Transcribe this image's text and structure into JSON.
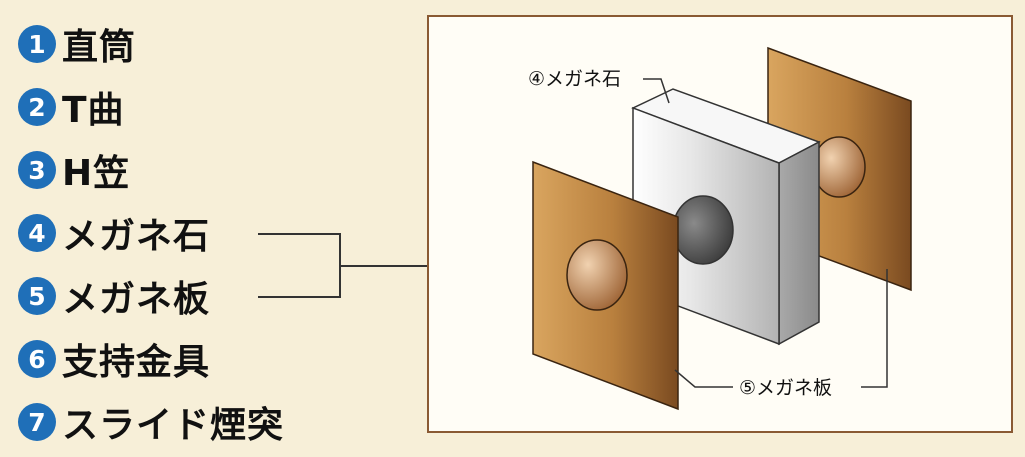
{
  "legend": {
    "items": [
      {
        "num": "1",
        "label": "直筒"
      },
      {
        "num": "2",
        "label": "T曲"
      },
      {
        "num": "3",
        "label": "H笠"
      },
      {
        "num": "4",
        "label": "メガネ石"
      },
      {
        "num": "5",
        "label": "メガネ板"
      },
      {
        "num": "6",
        "label": "支持金具"
      },
      {
        "num": "7",
        "label": "スライド煙突"
      }
    ]
  },
  "diagram": {
    "callout_stone": "④メガネ石",
    "callout_plate": "⑤メガネ板"
  },
  "colors": {
    "badge": "#1f6fb8",
    "background": "#f7efd8",
    "panel_border": "#8a5a33"
  }
}
